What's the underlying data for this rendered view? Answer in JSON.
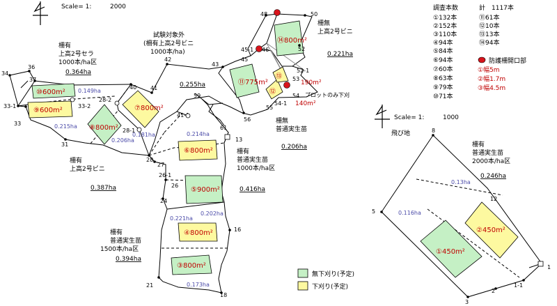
{
  "scale_main": {
    "label": "Scale= 1:",
    "value": "2000"
  },
  "scale_sub": {
    "label": "Scale= 1:",
    "value": "1000"
  },
  "survey": {
    "title": "調査本数",
    "total": "計　1117本",
    "col1": [
      "①132本",
      "②152本",
      "③110本",
      "④94本",
      "⑤84本",
      "⑥94本",
      "⑦60本",
      "⑧63本",
      "⑨79本",
      "⑩71本"
    ],
    "col2": [
      "⑪61本",
      "⑫10本",
      "⑬13本",
      "⑭94本"
    ]
  },
  "gate_legend": {
    "title": "防護柵開口部",
    "items": [
      "①幅5m",
      "②幅1.7m",
      "③幅4.5m"
    ],
    "color": "#d8141c"
  },
  "legend": {
    "green_label": "無下刈り(予定)",
    "yellow_label": "下刈り(予定)",
    "green_color": "#c5f0c5",
    "yellow_color": "#fdf9a0"
  },
  "area_notes": [
    {
      "lines": [
        "柵有",
        "上高2号セラ",
        "1000本/ha区"
      ],
      "ha": "0.364ha"
    },
    {
      "lines": [
        "試験対象外",
        "(柵有上高2号ビニ",
        "1000本/ha)"
      ],
      "ha": ""
    },
    {
      "lines": [
        "柵無",
        "上高2号ビニ"
      ],
      "ha": "0.221ha"
    },
    {
      "lines": [
        "柵無",
        "普通実生苗"
      ],
      "ha": "0.206ha"
    },
    {
      "lines": [
        "柵有",
        "上高2号ビニ"
      ],
      "ha": "0.387ha"
    },
    {
      "lines": [
        "柵有",
        "普通実生苗",
        "1000本/ha区"
      ],
      "ha": "0.416ha"
    },
    {
      "lines": [
        "柵有",
        "普通実生苗",
        "1500本/ha区"
      ],
      "ha": "0.394ha"
    },
    {
      "lines": [
        "飛び地"
      ],
      "ha": ""
    },
    {
      "lines": [
        "柵有",
        "普通実生苗",
        "2000本/ha区"
      ],
      "ha": "0.246ha"
    }
  ],
  "lone_ha": [
    "0.255ha"
  ],
  "plot_note": "プロットのみ下刈",
  "plots": [
    {
      "label": "⑩600m²",
      "type": "green"
    },
    {
      "label": "⑨600m²",
      "type": "yellow"
    },
    {
      "label": "⑧800m²",
      "type": "green"
    },
    {
      "label": "⑦800m²",
      "type": "yellow"
    },
    {
      "label": "⑥800m²",
      "type": "yellow"
    },
    {
      "label": "⑤900m²",
      "type": "green"
    },
    {
      "label": "④800m²",
      "type": "yellow"
    },
    {
      "label": "③800m²",
      "type": "green"
    },
    {
      "label": "⑪775m²",
      "type": "green"
    },
    {
      "label": "⑭800m²",
      "type": "green"
    },
    {
      "label": "⑫",
      "type": "yellow"
    },
    {
      "label": "⑬",
      "type": "yellow"
    },
    {
      "label": "①450m²",
      "type": "green"
    },
    {
      "label": "②450m²",
      "type": "yellow"
    }
  ],
  "sub_areas": [
    "0.149ha",
    "0.215ha",
    "0.206ha",
    "0.181ha",
    "0.214ha",
    "0.221ha",
    "0.202ha",
    "0.173ha",
    "0.13ha",
    "0.116ha"
  ],
  "gate_notes": [
    "190m²",
    "140m²"
  ],
  "points": [
    "34",
    "36",
    "37",
    "33-1",
    "33-2",
    "33",
    "31",
    "40",
    "41",
    "28-2",
    "28-1",
    "28",
    "27",
    "26-1",
    "26",
    "24",
    "16",
    "21",
    "18",
    "42",
    "43",
    "41-1",
    "59",
    "61",
    "13",
    "56",
    "55",
    "54-1",
    "54",
    "53",
    "52-1",
    "52",
    "50",
    "48",
    "46",
    "45-1",
    "45",
    "8",
    "5",
    "12",
    "1",
    "1-1",
    "2",
    "3"
  ]
}
